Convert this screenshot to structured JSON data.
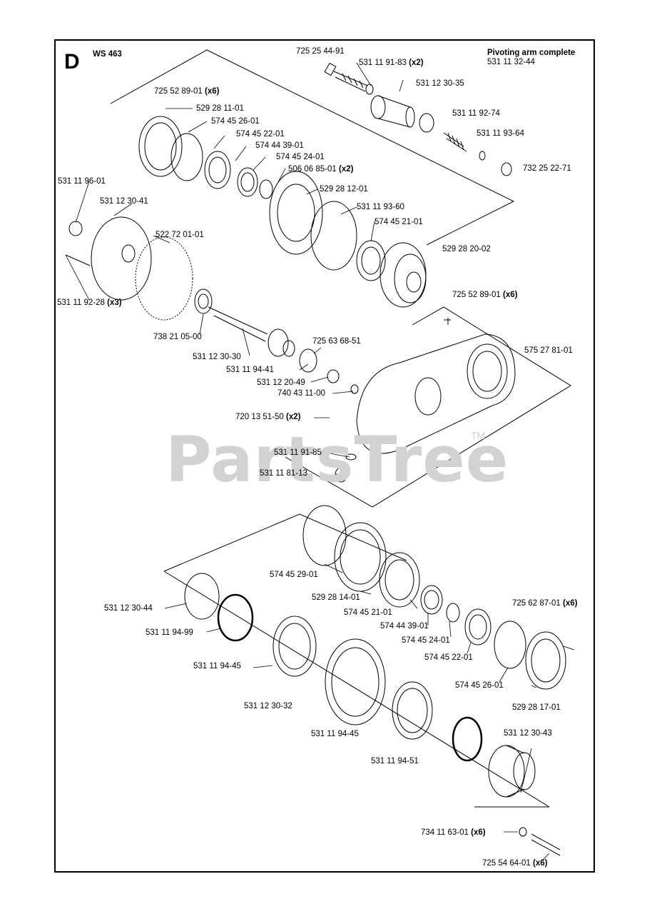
{
  "section": {
    "letter": "D",
    "model": "WS 463"
  },
  "assembly": {
    "title": "Pivoting arm complete",
    "number": "531 11 32-44"
  },
  "watermark": {
    "text": "PartsTree",
    "tm": "TM"
  },
  "parts": [
    {
      "id": "p01",
      "num": "725 25 44-91",
      "qty": ""
    },
    {
      "id": "p02",
      "num": "531 11 91-83",
      "qty": "(x2)"
    },
    {
      "id": "p03",
      "num": "531 12 30-35",
      "qty": ""
    },
    {
      "id": "p04",
      "num": "531 11 92-74",
      "qty": ""
    },
    {
      "id": "p05",
      "num": "531 11 93-64",
      "qty": ""
    },
    {
      "id": "p06",
      "num": "732 25 22-71",
      "qty": ""
    },
    {
      "id": "p07",
      "num": "725 52 89-01",
      "qty": "(x6)"
    },
    {
      "id": "p08",
      "num": "529 28 11-01",
      "qty": ""
    },
    {
      "id": "p09",
      "num": "574 45 26-01",
      "qty": ""
    },
    {
      "id": "p10",
      "num": "574 45 22-01",
      "qty": ""
    },
    {
      "id": "p11",
      "num": "574 44 39-01",
      "qty": ""
    },
    {
      "id": "p12",
      "num": "574 45 24-01",
      "qty": ""
    },
    {
      "id": "p13",
      "num": "506 06 85-01",
      "qty": "(x2)"
    },
    {
      "id": "p14",
      "num": "529 28 12-01",
      "qty": ""
    },
    {
      "id": "p15",
      "num": "531 11 96-01",
      "qty": ""
    },
    {
      "id": "p16",
      "num": "531 12 30-41",
      "qty": ""
    },
    {
      "id": "p17",
      "num": "531 11 93-60",
      "qty": ""
    },
    {
      "id": "p18",
      "num": "522 72 01-01",
      "qty": ""
    },
    {
      "id": "p19",
      "num": "574 45 21-01",
      "qty": ""
    },
    {
      "id": "p20",
      "num": "529 28 20-02",
      "qty": ""
    },
    {
      "id": "p21",
      "num": "531 11 92-28",
      "qty": "(x3)"
    },
    {
      "id": "p22",
      "num": "725 52 89-01",
      "qty": "(x6)"
    },
    {
      "id": "p23",
      "num": "738 21 05-00",
      "qty": ""
    },
    {
      "id": "p24",
      "num": "575 27 81-01",
      "qty": ""
    },
    {
      "id": "p25",
      "num": "531 12 30-30",
      "qty": ""
    },
    {
      "id": "p26",
      "num": "725 63 68-51",
      "qty": ""
    },
    {
      "id": "p27",
      "num": "531 11 94-41",
      "qty": ""
    },
    {
      "id": "p28",
      "num": "531 12 20-49",
      "qty": ""
    },
    {
      "id": "p29",
      "num": "740 43 11-00",
      "qty": ""
    },
    {
      "id": "p30",
      "num": "720 13 51-50",
      "qty": "(x2)"
    },
    {
      "id": "p31",
      "num": "531 11 91-85",
      "qty": ""
    },
    {
      "id": "p32",
      "num": "531 11 81-13",
      "qty": ""
    },
    {
      "id": "p33",
      "num": "574 45 29-01",
      "qty": ""
    },
    {
      "id": "p34",
      "num": "529 28 14-01",
      "qty": ""
    },
    {
      "id": "p35",
      "num": "574 45 21-01",
      "qty": ""
    },
    {
      "id": "p36",
      "num": "725 62 87-01",
      "qty": "(x6)"
    },
    {
      "id": "p37",
      "num": "531 12 30-44",
      "qty": ""
    },
    {
      "id": "p38",
      "num": "574 44 39-01",
      "qty": ""
    },
    {
      "id": "p39",
      "num": "531 11 94-99",
      "qty": ""
    },
    {
      "id": "p40",
      "num": "574 45 24-01",
      "qty": ""
    },
    {
      "id": "p41",
      "num": "574 45 22-01",
      "qty": ""
    },
    {
      "id": "p42",
      "num": "531 11 94-45",
      "qty": ""
    },
    {
      "id": "p43",
      "num": "574 45 26-01",
      "qty": ""
    },
    {
      "id": "p44",
      "num": "531 12 30-32",
      "qty": ""
    },
    {
      "id": "p45",
      "num": "529 28 17-01",
      "qty": ""
    },
    {
      "id": "p46",
      "num": "531 11 94-45",
      "qty": ""
    },
    {
      "id": "p47",
      "num": "531 12 30-43",
      "qty": ""
    },
    {
      "id": "p48",
      "num": "531 11 94-51",
      "qty": ""
    },
    {
      "id": "p49",
      "num": "734 11 63-01",
      "qty": "(x6)"
    },
    {
      "id": "p50",
      "num": "725 54 64-01",
      "qty": "(x6)"
    }
  ]
}
